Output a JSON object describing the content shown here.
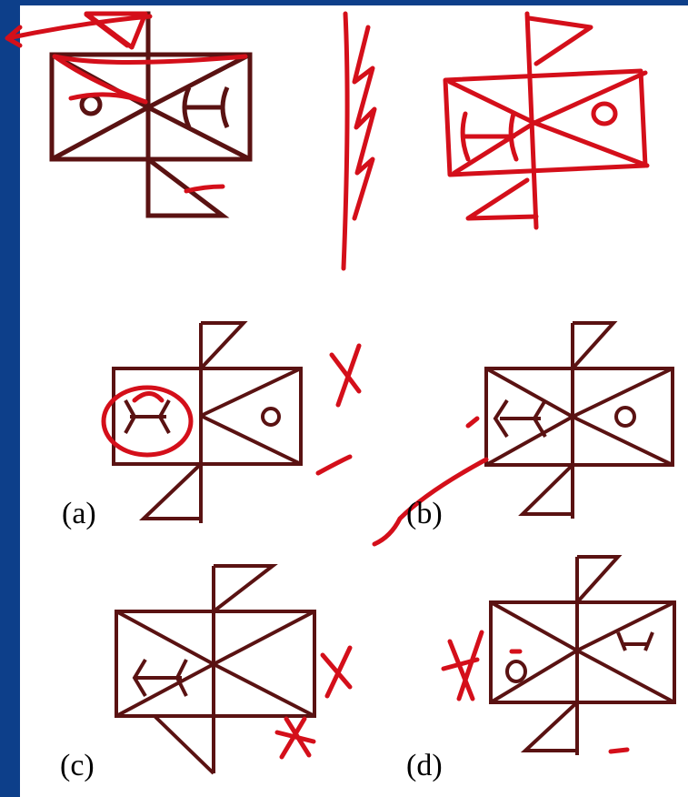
{
  "colors": {
    "frame_blue": "#0d3f8a",
    "figure_stroke": "#5a1212",
    "annotation_red": "#d40f1a",
    "background": "#ffffff"
  },
  "options": {
    "a": {
      "label": "(a)"
    },
    "b": {
      "label": "(b)"
    },
    "c": {
      "label": "(c)"
    },
    "d": {
      "label": "(d)"
    }
  },
  "annotations": [
    {
      "name": "cross-mark",
      "target": "option-a"
    },
    {
      "name": "cross-mark",
      "target": "option-c"
    },
    {
      "name": "cross-mark",
      "target": "option-d"
    },
    {
      "name": "circle-mark",
      "target": "option-a-symbol"
    }
  ]
}
